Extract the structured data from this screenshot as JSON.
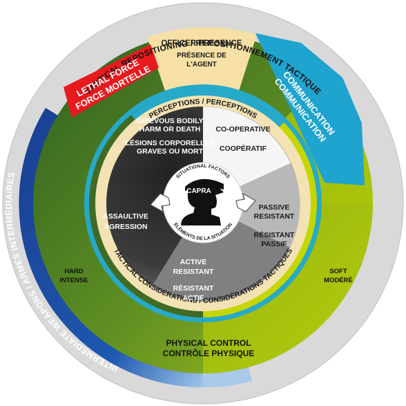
{
  "outer_ring": {
    "top": "TACTICAL REPOSITIONING / REPOSITIONNEMENT TACTIQUE"
  },
  "intermediate_weapons": "INTERMEDIATE WEAPONS / ARMES INTERMÉDIAIRES",
  "officer_presence": {
    "line1": "OFFICER PRESENCE",
    "line2": "PRÉSENCE DE",
    "line3": "L'AGENT"
  },
  "lethal_force": {
    "line1": "LETHAL FORCE",
    "line2": "FORCE MORTELLE"
  },
  "communication": {
    "line1": "COMMUNICATION",
    "line2": "COMMUNICATION"
  },
  "hard": {
    "line1": "HARD",
    "line2": "INTENSE"
  },
  "soft": {
    "line1": "SOFT",
    "line2": "MODÉRÉ"
  },
  "physical_control": {
    "line1": "PHYSICAL CONTROL",
    "line2": "CONTRÔLE PHYSIQUE"
  },
  "perceptions": "PERCEPTIONS / PERCEPTIONS",
  "tactical_considerations": "TACTICAL CONSIDERATIONS / CONSIDÉRATIONS TACTIQUES",
  "grievous": {
    "line1": "GRIEVOUS BODILY",
    "line2": "HARM OR DEATH",
    "line3": "LÉSIONS CORPORELLES",
    "line4": "GRAVES OU MORT"
  },
  "cooperative": {
    "line1": "CO-OPERATIVE",
    "line2": "COOPÉRATIF"
  },
  "passive": {
    "line1": "PASSIVE",
    "line2": "RESISTANT",
    "line3": "RÉSISTANT",
    "line4": "PASSIF"
  },
  "active": {
    "line1": "ACTIVE",
    "line2": "RESISTANT",
    "line3": "RÉSISTANT",
    "line4": "ACTIF"
  },
  "assaultive": {
    "line1": "ASSAULTIVE",
    "line2": "AGRESSION"
  },
  "center": {
    "top": "SITUATIONAL FACTORS",
    "bottom": "ÉLÉMENTS DE LA SITUATION",
    "capra": "CAPRA"
  },
  "colors": {
    "outer_gray": "#d9d9d9",
    "blue_ring": "#1e4fa6",
    "green_dark": "#3f6b24",
    "green_light": "#c4d600",
    "officer_presence": "#f6e0a6",
    "lethal_red": "#e8191f",
    "communication_blue": "#1fa3cf",
    "inner_cyan": "#27a9c9",
    "cream": "#f3e2b3",
    "core_dark": "#3a3a3a"
  },
  "icons": [
    "capra-officer-silhouette-icon",
    "circular-arrow-icon"
  ]
}
